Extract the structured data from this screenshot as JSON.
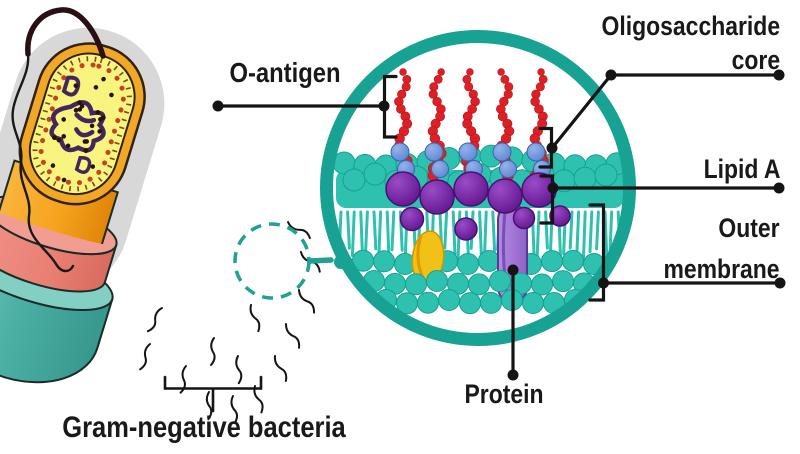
{
  "figure": {
    "description": "Gram-negative bacteria cutaway with magnified outer membrane structure"
  },
  "labels": {
    "o_antigen": "O-antigen",
    "oligosaccharide_core": {
      "line1": "Oligosaccharide",
      "line2": "core"
    },
    "lipid_a": "Lipid A",
    "outer_membrane": {
      "line1": "Outer",
      "line2": "membrane"
    },
    "protein": "Protein",
    "gram_negative_bacteria": "Gram-negative bacteria"
  },
  "colors": {
    "background": "#ffffff",
    "zoom_ring_teal": "#18A294",
    "dashed_circle_teal": "#1FA193",
    "membrane_teal": "#2EC1AF",
    "membrane_teal_dark": "#17A092",
    "o_antigen_red": "#DC2026",
    "oligosaccharide_blue": "#6E94DD",
    "oligosaccharide_blue_edge": "#3E63B0",
    "lipid_a_purple": "#71249E",
    "lipid_a_purple_light": "#9A4CC8",
    "protein_lavender": "#A379D9",
    "lipoprotein_yellow": "#F2C117",
    "leader_line_black": "#141414",
    "label_black": "#191919",
    "bacteria_capsule_gray": "#D8D8D8",
    "bacteria_wall_orange": "#F5A31F",
    "bacteria_cytoplasm_yellow": "#F9F480",
    "bacteria_periplasm_salmon": "#E97F72",
    "bacteria_body_teal": "#4BB0A5",
    "flagellum_dark": "#2A1014"
  }
}
